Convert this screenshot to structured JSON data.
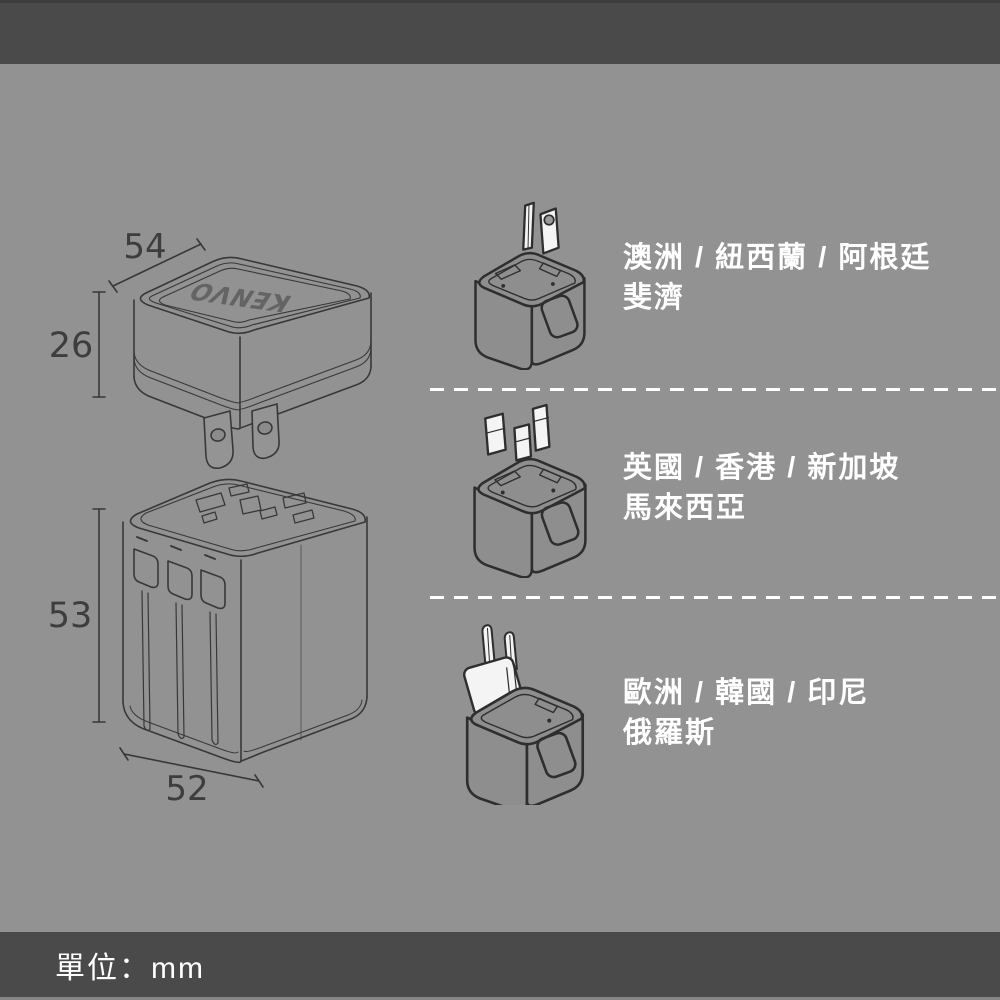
{
  "page": {
    "background_color": "#929292",
    "bar_color": "#4a4a4a",
    "line_art_color": "#383838",
    "text_white": "#ffffff"
  },
  "diagram": {
    "brand_logo": "KENVO",
    "dimensions": {
      "top_width": "54",
      "top_height": "26",
      "body_height": "53",
      "body_width": "52"
    }
  },
  "plug_sections": [
    {
      "icon": "au-plug-icon",
      "regions_line1": "澳洲 / 紐西蘭 / 阿根廷",
      "regions_line2": "斐濟"
    },
    {
      "icon": "uk-plug-icon",
      "regions_line1": "英國 / 香港 / 新加坡",
      "regions_line2": "馬來西亞"
    },
    {
      "icon": "eu-plug-icon",
      "regions_line1": "歐洲 / 韓國 / 印尼",
      "regions_line2": "俄羅斯"
    }
  ],
  "footer": {
    "unit_label": "單位：mm"
  }
}
